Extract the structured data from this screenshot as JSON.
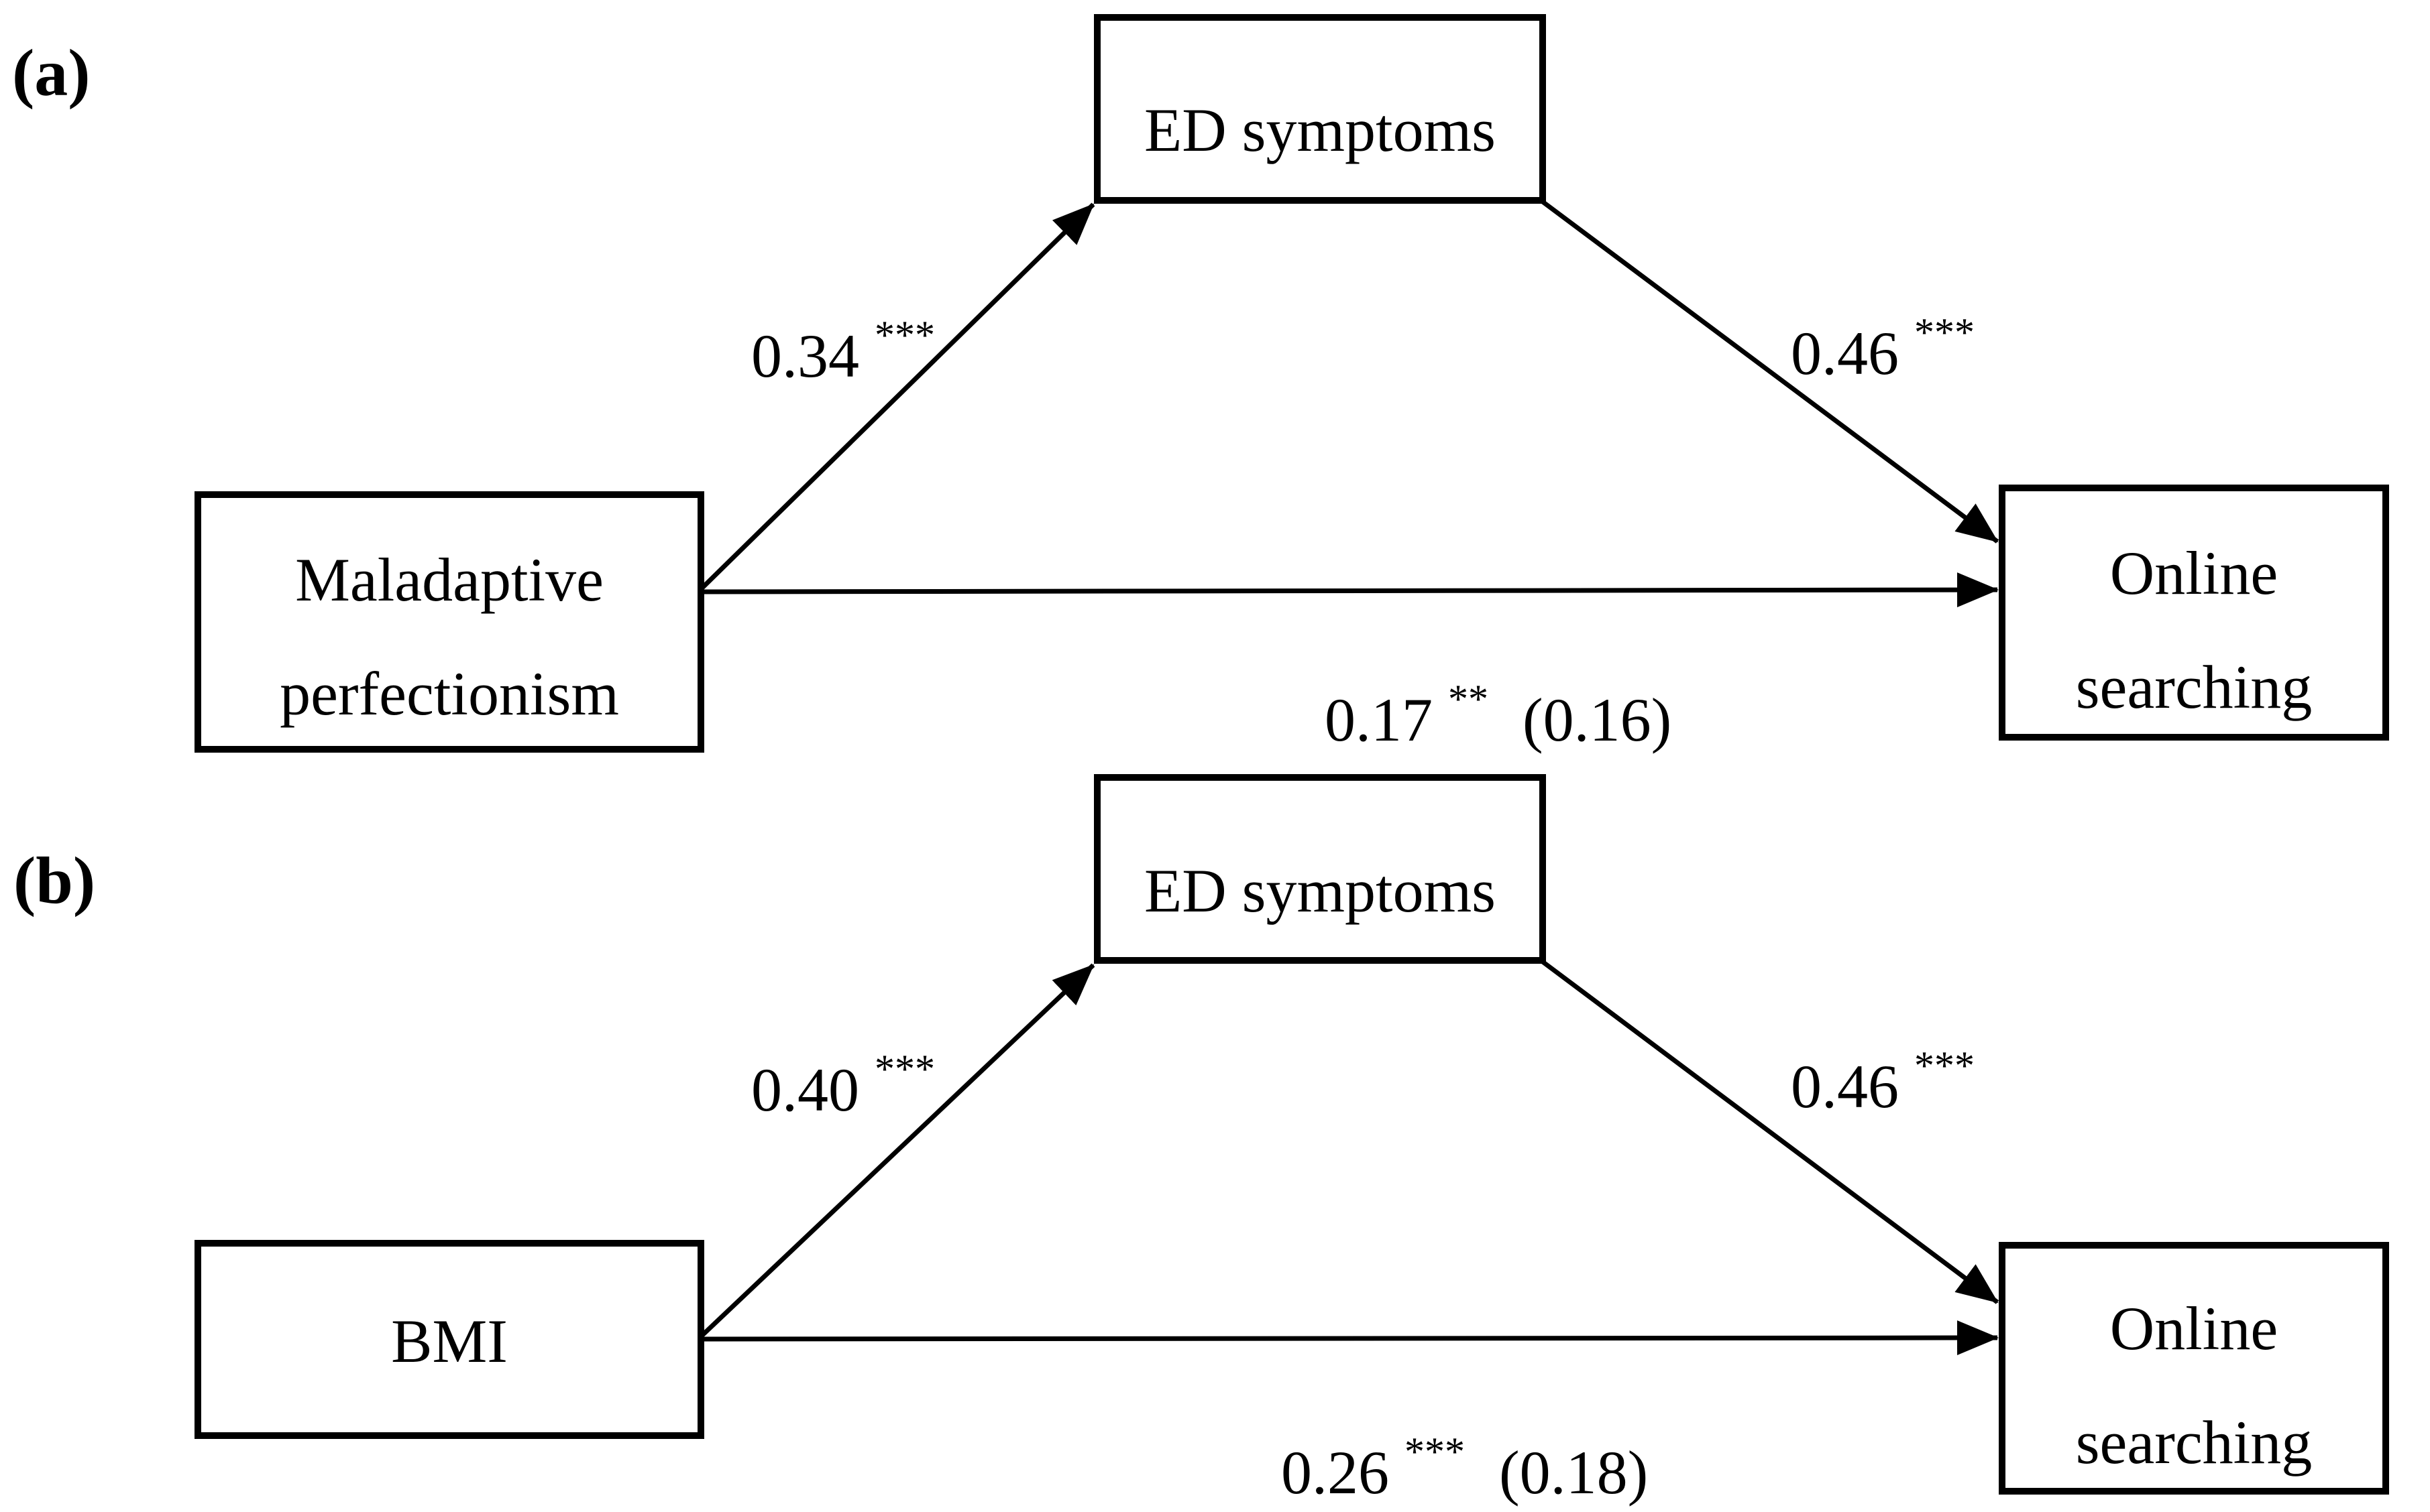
{
  "figure": {
    "description": "Mediation model diagrams: ED symptoms mediating paths to online searching",
    "panel_a": {
      "label": "(a)",
      "nodes": {
        "predictor_line1": "Maladaptive",
        "predictor_line2": "perfectionism",
        "mediator": "ED symptoms",
        "outcome_line1": "Online",
        "outcome_line2": "searching"
      },
      "coefficients": {
        "predictor_to_mediator_value": "0.34",
        "predictor_to_mediator_stars": "***",
        "mediator_to_outcome_value": "0.46",
        "mediator_to_outcome_stars": "***",
        "direct_value": "0.17",
        "direct_stars": "**",
        "direct_total": "(0.16)"
      }
    },
    "panel_b": {
      "label": "(b)",
      "nodes": {
        "predictor": "BMI",
        "mediator": "ED symptoms",
        "outcome_line1": "Online",
        "outcome_line2": "searching"
      },
      "coefficients": {
        "predictor_to_mediator_value": "0.40",
        "predictor_to_mediator_stars": "***",
        "mediator_to_outcome_value": "0.46",
        "mediator_to_outcome_stars": "***",
        "direct_value": "0.26",
        "direct_stars": "***",
        "direct_total": "(0.18)"
      }
    },
    "colors": {
      "line": "#000000",
      "background": "#ffffff"
    }
  }
}
